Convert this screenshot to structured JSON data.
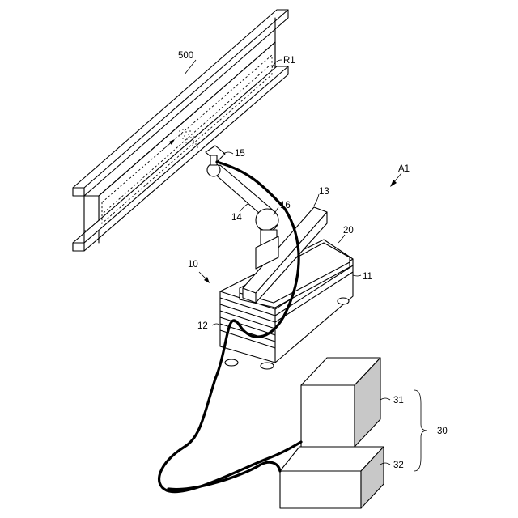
{
  "labels": {
    "beam": "500",
    "region": "R1",
    "nozzle": "15",
    "system": "A1",
    "bracket": "13",
    "joint": "16",
    "arm": "14",
    "lift": "20",
    "base_body": "11",
    "robot": "10",
    "stack": "12",
    "upper_unit": "31",
    "lower_unit": "32",
    "supply_group": "30"
  }
}
